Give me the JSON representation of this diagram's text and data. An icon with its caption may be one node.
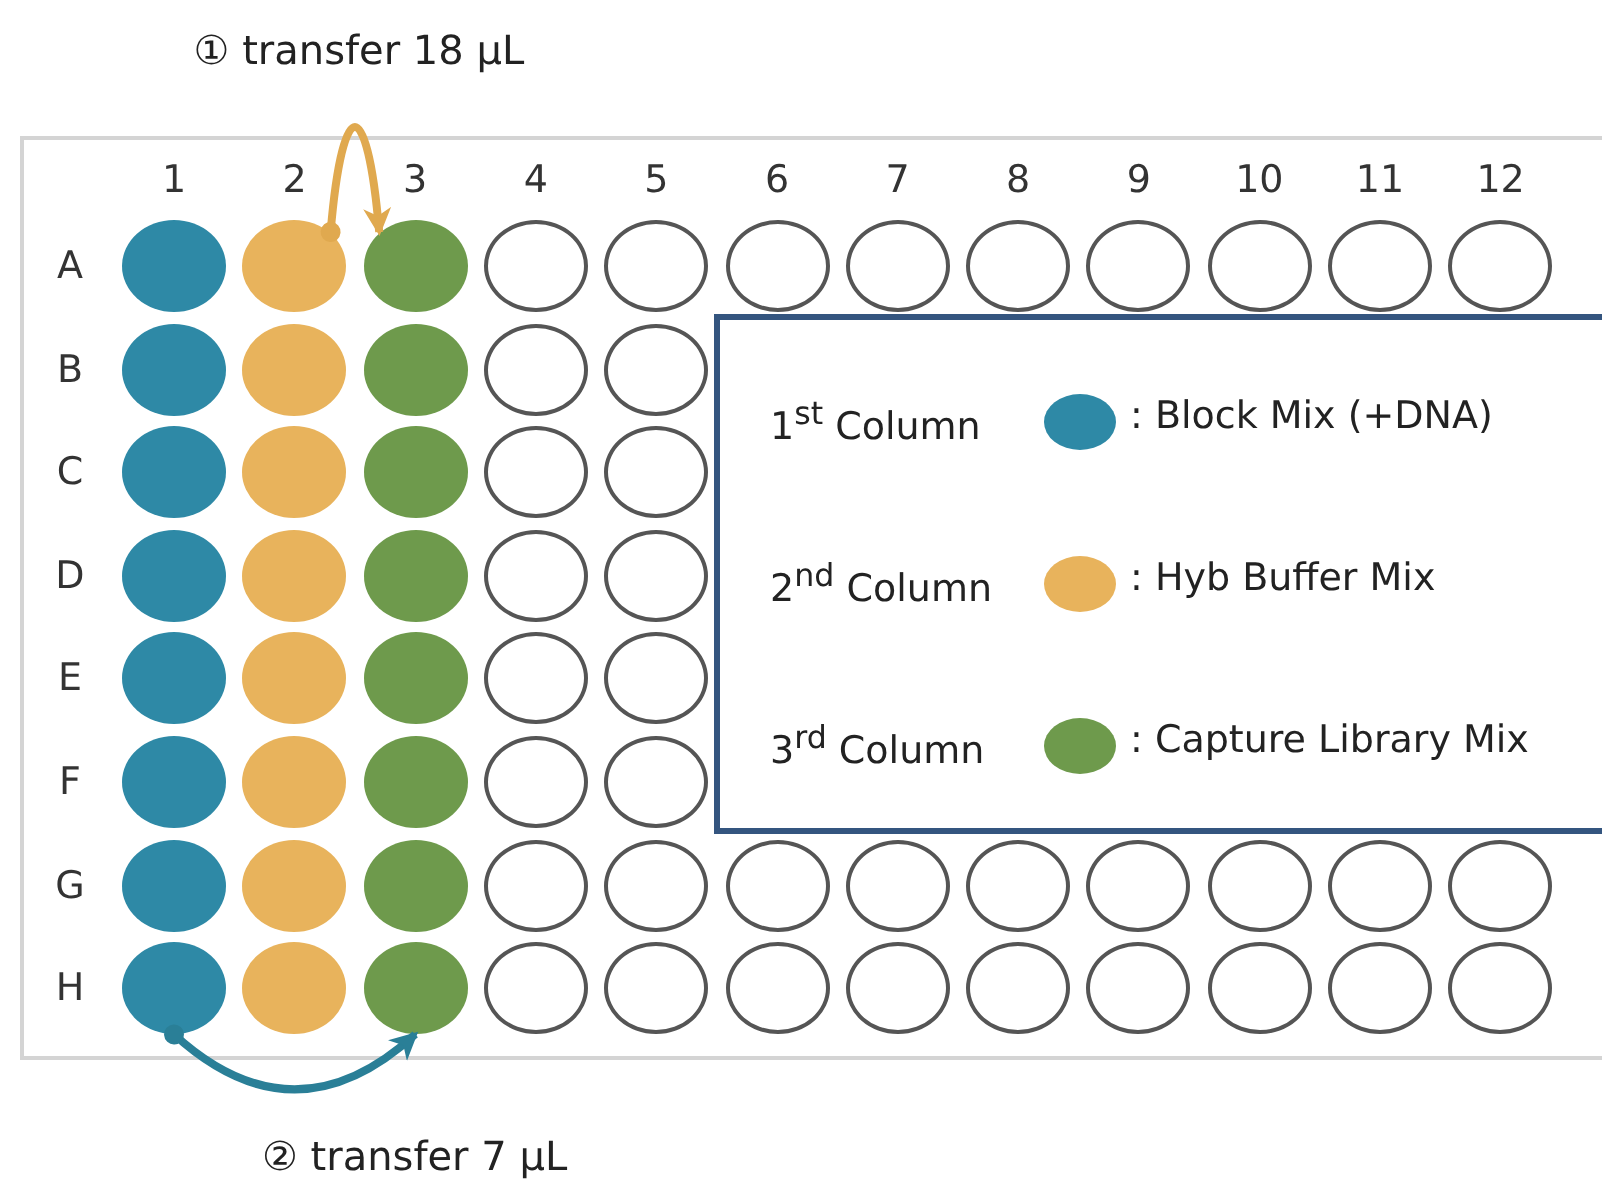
{
  "diagram": {
    "nodes": [
      {
        "text": [],
        "shape": "box"
      },
      {
        "text": [],
        "shape": "circle",
        "in": 0
      },
      {
        "text": [],
        "shape": "circle",
        "in": 0
      },
      {
        "text": [],
        "shape": "circle",
        "in": 0
      },
      {
        "text": [],
        "shape": "circle",
        "in": 0
      },
      {
        "text": [],
        "shape": "circle",
        "in": 0
      },
      {
        "text": [],
        "shape": "circle",
        "in": 0
      },
      {
        "text": [],
        "shape": "circle",
        "in": 0
      },
      {
        "text": [],
        "shape": "circle",
        "in": 0
      },
      {
        "text": [],
        "shape": "circle",
        "in": 0
      },
      {
        "text": [],
        "shape": "circle",
        "in": 0
      },
      {
        "text": [],
        "shape": "circle",
        "in": 0
      },
      {
        "text": [],
        "shape": "circle",
        "in": 0
      },
      {
        "text": [],
        "shape": "circle",
        "in": 0
      },
      {
        "text": [],
        "shape": "circle",
        "in": 0
      },
      {
        "text": [],
        "shape": "circle",
        "in": 0
      },
      {
        "text": [],
        "shape": "circle",
        "in": 0
      },
      {
        "text": [],
        "shape": "circle",
        "in": 0
      },
      {
        "text": [],
        "shape": "circle",
        "in": 0
      },
      {
        "text": [],
        "shape": "circle",
        "in": 0
      },
      {
        "text": [],
        "shape": "circle",
        "in": 0
      },
      {
        "text": [],
        "shape": "circle",
        "in": 0
      },
      {
        "text": [],
        "shape": "circle",
        "in": 0
      },
      {
        "text": [],
        "shape": "circle",
        "in": 0
      },
      {
        "text": [],
        "shape": "circle",
        "in": 0
      },
      {
        "text": [],
        "shape": "circle",
        "in": 0
      },
      {
        "text": [],
        "shape": "circle",
        "in": 0
      },
      {
        "text": [],
        "shape": "circle",
        "in": 0
      },
      {
        "text": [],
        "shape": "circle",
        "in": 0
      },
      {
        "text": [],
        "shape": "circle",
        "in": 0
      },
      {
        "text": [],
        "shape": "circle",
        "in": 0
      },
      {
        "text": [],
        "shape": "circle",
        "in": 0
      },
      {
        "text": [],
        "shape": "circle",
        "in": 0
      },
      {
        "text": [],
        "shape": "circle",
        "in": 0
      },
      {
        "text": [],
        "shape": "circle",
        "in": 0
      },
      {
        "text": [],
        "shape": "circle",
        "in": 0
      },
      {
        "text": [],
        "shape": "circle",
        "in": 0
      },
      {
        "text": [],
        "shape": "circle",
        "in": 0
      },
      {
        "text": [],
        "shape": "circle",
        "in": 0
      },
      {
        "text": [],
        "shape": "circle",
        "in": 0
      },
      {
        "text": [],
        "shape": "circle",
        "in": 0
      },
      {
        "text": [],
        "shape": "circle",
        "in": 0
      },
      {
        "text": [],
        "shape": "circle",
        "in": 0
      },
      {
        "text": [],
        "shape": "circle",
        "in": 0
      },
      {
        "text": [],
        "shape": "circle",
        "in": 0
      },
      {
        "text": [],
        "shape": "circle",
        "in": 0
      },
      {
        "text": [],
        "shape": "circle",
        "in": 0
      },
      {
        "text": [],
        "shape": "circle",
        "in": 0
      },
      {
        "text": [],
        "shape": "circle",
        "in": 0
      },
      {
        "text": [],
        "shape": "circle",
        "in": 0
      },
      {
        "text": [],
        "shape": "circle",
        "in": 0
      },
      {
        "text": [],
        "shape": "circle",
        "in": 0
      },
      {
        "text": [],
        "shape": "circle",
        "in": 0
      },
      {
        "text": [],
        "shape": "circle",
        "in": 0
      },
      {
        "text": [],
        "shape": "circle",
        "in": 0
      },
      {
        "text": [],
        "shape": "circle",
        "in": 0
      },
      {
        "text": [],
        "shape": "circle",
        "in": 0
      },
      {
        "text": [],
        "shape": "circle",
        "in": 0
      },
      {
        "text": [],
        "shape": "circle",
        "in": 0
      },
      {
        "text": [],
        "shape": "circle",
        "in": 0
      },
      {
        "text": [],
        "shape": "circle",
        "in": 0
      },
      {
        "text": [],
        "shape": "circle",
        "in": 0
      }
    ],
    "edges": [
      {
        "from": 2,
        "to": 3,
        "arrow": "to",
        "label": "① transfer 18 μL",
        "color": "#e0a94f"
      },
      {
        "from": 50,
        "to": 52,
        "arrow": "to",
        "label": "② transfer 7 μL",
        "color": "#2a7f97"
      }
    ],
    "labels": [
      "1",
      "2",
      "3",
      "4",
      "5",
      "6",
      "7",
      "8",
      "9",
      "10",
      "11",
      "12",
      "A",
      "B",
      "C",
      "D",
      "E",
      "F",
      "G",
      "H",
      ": Block Mix (+DNA)",
      ": Hyb Buffer Mix",
      ": Capture Library Mix"
    ],
    "legend": [
      {
        "text": "1$^{st}$ Column",
        "color": "#2e89a6"
      },
      {
        "text": "2$^{nd}$ Column",
        "color": "#e8b35c"
      },
      {
        "text": "3$^{rd}$ Column",
        "color": "#6e9a4c"
      }
    ]
  }
}
